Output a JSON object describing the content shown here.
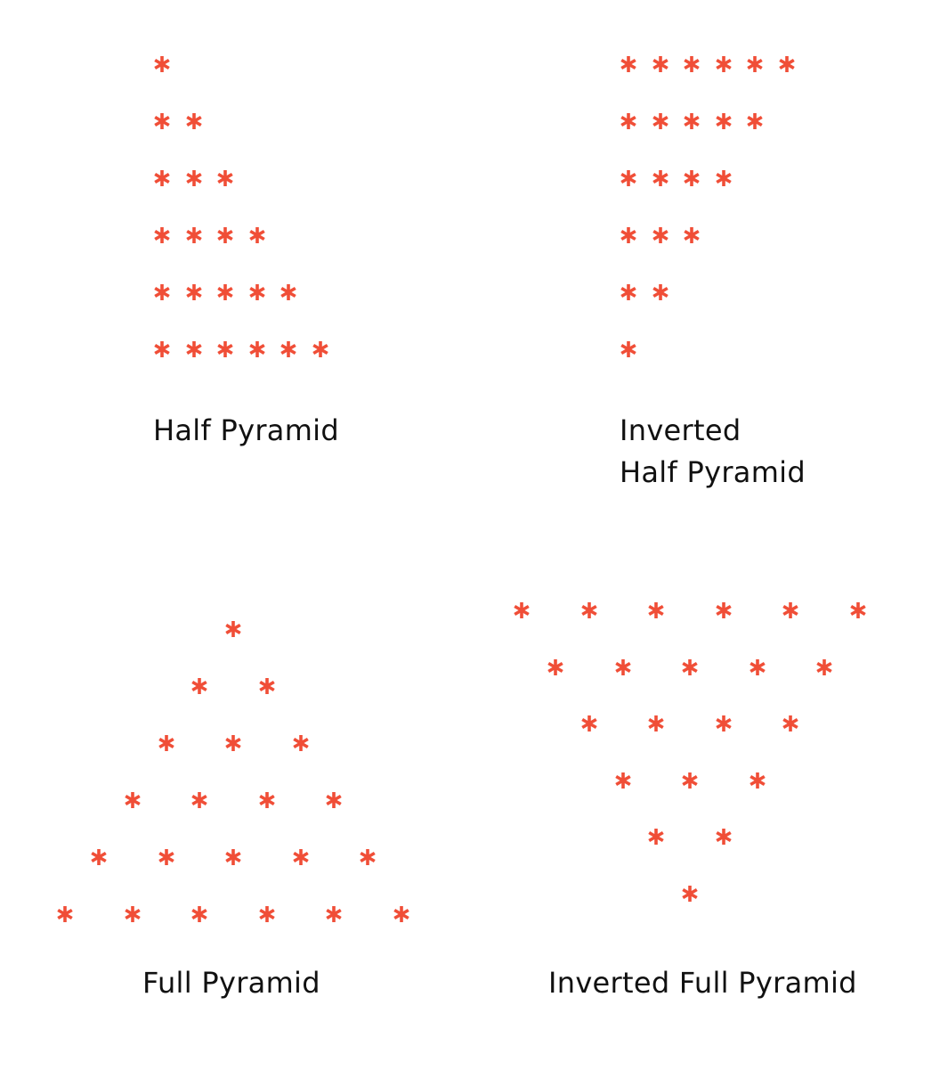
{
  "star_color": "#f04e37",
  "text_color": "#111111",
  "panels": [
    {
      "id": "half",
      "caption": [
        "Half Pyramid"
      ],
      "rows": [
        1,
        2,
        3,
        4,
        5,
        6
      ]
    },
    {
      "id": "inv-half",
      "caption": [
        "Inverted",
        "Half Pyramid"
      ],
      "rows": [
        6,
        5,
        4,
        3,
        2,
        1
      ]
    },
    {
      "id": "full",
      "caption": [
        "Full Pyramid"
      ],
      "rows": [
        1,
        2,
        3,
        4,
        5,
        6
      ]
    },
    {
      "id": "inv-full",
      "caption": [
        "Inverted Full Pyramid"
      ],
      "rows": [
        6,
        5,
        4,
        3,
        2,
        1
      ]
    }
  ]
}
